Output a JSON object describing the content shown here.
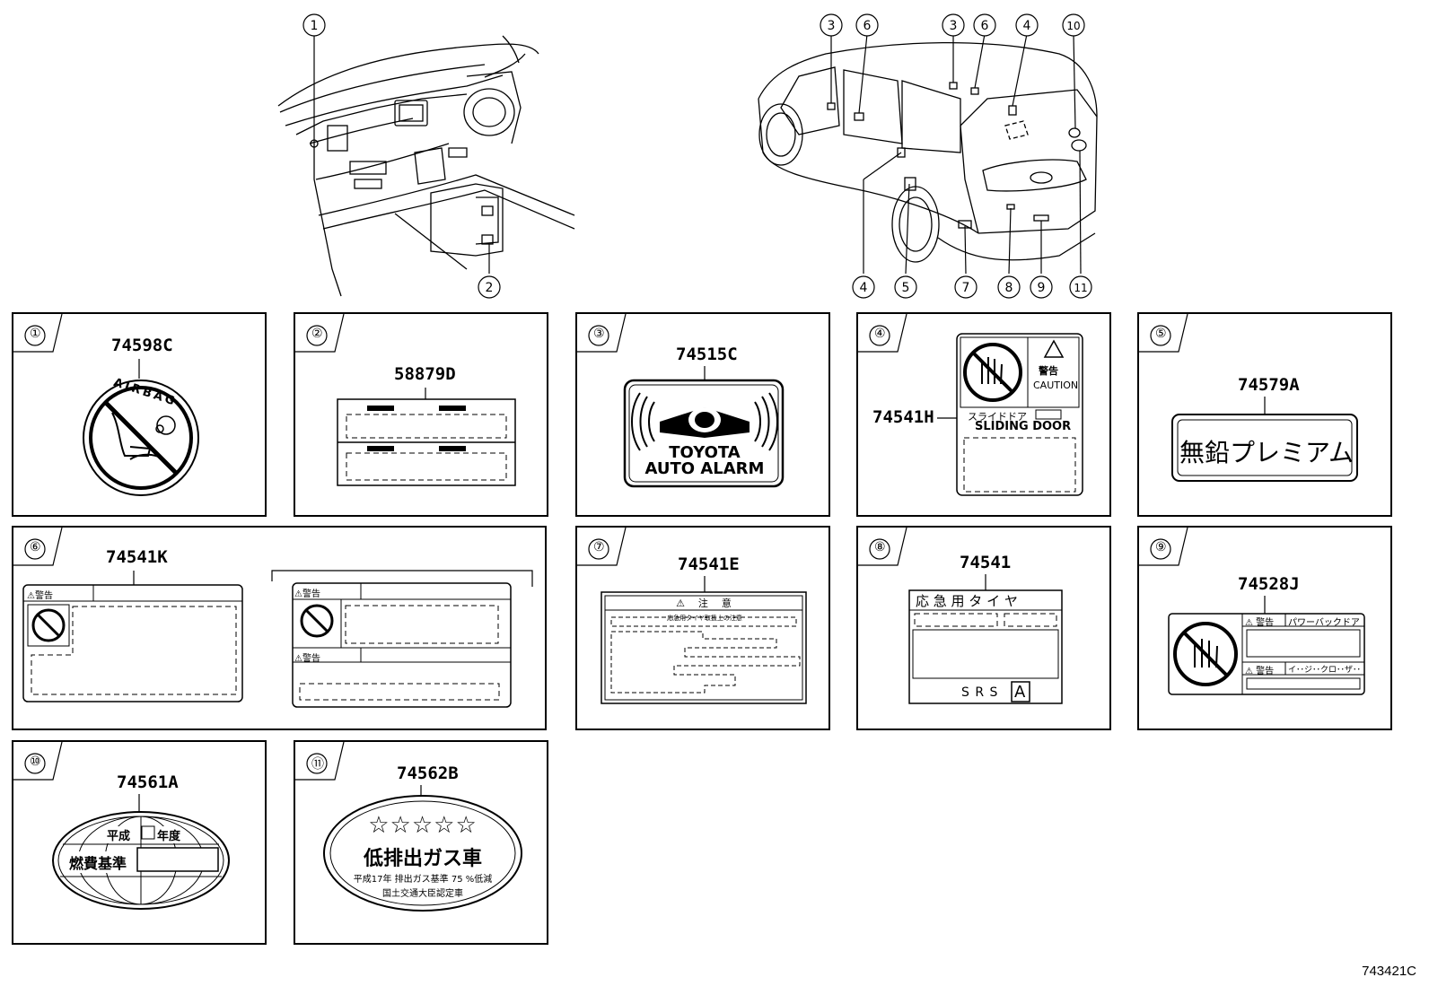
{
  "diagram_id": "743421C",
  "callouts": {
    "c1": "①",
    "c2": "②",
    "c3": "③",
    "c4": "④",
    "c5": "⑤",
    "c6": "⑥",
    "c7": "⑦",
    "c8": "⑧",
    "c9": "⑨",
    "c10": "⑩",
    "c11": "⑪"
  },
  "panels": [
    {
      "index": "①",
      "part": "74598C",
      "label_text": "AIRBAG"
    },
    {
      "index": "②",
      "part": "58879D"
    },
    {
      "index": "③",
      "part": "74515C",
      "label_line1": "TOYOTA",
      "label_line2": "AUTO ALARM"
    },
    {
      "index": "④",
      "part": "74541H",
      "warning_jp": "警告",
      "caution": "CAUTION",
      "door_jp": "スライドドア",
      "door_en": "SLIDING DOOR"
    },
    {
      "index": "⑤",
      "part": "74579A",
      "label_text": "無鉛プレミアム"
    },
    {
      "index": "⑥",
      "part": "74541K",
      "warn1": "⚠警告",
      "warn2": "⚠警告",
      "warn3": "⚠警告"
    },
    {
      "index": "⑦",
      "part": "74541E",
      "header": "⚠　注　意",
      "subheader": "応急用タイヤ取扱上の注意"
    },
    {
      "index": "⑧",
      "part": "74541",
      "header": "応 急 用 タ イ ヤ",
      "srs": "S R S",
      "srs_box": "A"
    },
    {
      "index": "⑨",
      "part": "74528J",
      "warn_a": "⚠ 警告",
      "power_door": "パワーバックドア",
      "warn_b": "⚠ 警告",
      "closer": "イ･･ジ･･クロ･･ザ･･"
    },
    {
      "index": "⑩",
      "part": "74561A",
      "era": "平成",
      "year_end": "年度",
      "fuel_std": "燃費基準"
    },
    {
      "index": "⑪",
      "part": "74562B",
      "stars": "☆☆☆☆☆",
      "title_jp": "低排出ガス車",
      "line1": "平成17年 排出ガス基準 75 %低減",
      "line2": "国土交通大臣認定車"
    }
  ]
}
